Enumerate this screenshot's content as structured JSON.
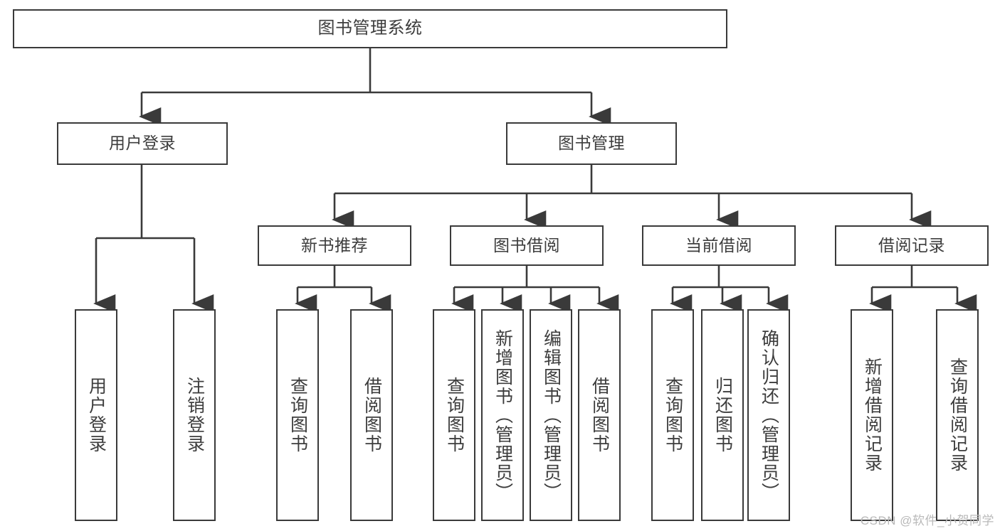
{
  "diagram": {
    "type": "tree-hierarchy",
    "title": "图书管理系统",
    "root": {
      "id": "root",
      "label": "图书管理系统"
    },
    "level2": [
      {
        "id": "user-login",
        "label": "用户登录"
      },
      {
        "id": "book-manage",
        "label": "图书管理"
      }
    ],
    "level3": [
      {
        "id": "new-book-rec",
        "label": "新书推荐",
        "parent": "book-manage"
      },
      {
        "id": "book-borrow",
        "label": "图书借阅",
        "parent": "book-manage"
      },
      {
        "id": "current-borrow",
        "label": "当前借阅",
        "parent": "book-manage"
      },
      {
        "id": "borrow-record",
        "label": "借阅记录",
        "parent": "book-manage"
      }
    ],
    "leaves": {
      "user_login": [
        {
          "id": "leaf-user-login",
          "label": "用户登录"
        },
        {
          "id": "leaf-logout",
          "label": "注销登录"
        }
      ],
      "new_book_rec": [
        {
          "id": "leaf-query-book-1",
          "label": "查询图书"
        },
        {
          "id": "leaf-borrow-book-1",
          "label": "借阅图书"
        }
      ],
      "book_borrow": [
        {
          "id": "leaf-query-book-2",
          "label": "查询图书"
        },
        {
          "id": "leaf-add-book",
          "label": "新增图书（管理员）"
        },
        {
          "id": "leaf-edit-book",
          "label": "编辑图书（管理员）"
        },
        {
          "id": "leaf-borrow-book-2",
          "label": "借阅图书"
        }
      ],
      "current_borrow": [
        {
          "id": "leaf-query-book-3",
          "label": "查询图书"
        },
        {
          "id": "leaf-return-book",
          "label": "归还图书"
        },
        {
          "id": "leaf-confirm-return",
          "label": "确认归还（管理员）"
        }
      ],
      "borrow_record": [
        {
          "id": "leaf-add-record",
          "label": "新增借阅记录"
        },
        {
          "id": "leaf-query-record",
          "label": "查询借阅记录"
        }
      ]
    }
  },
  "watermark": {
    "text": "CSDN @软件_小贺同学"
  },
  "colors": {
    "background": "#ffffff",
    "node_fill": "#ffffff",
    "node_border": "#3a3a3a",
    "text": "#3d3d3d",
    "edge": "#3a3a3a",
    "watermark": "#b9b9b9"
  }
}
